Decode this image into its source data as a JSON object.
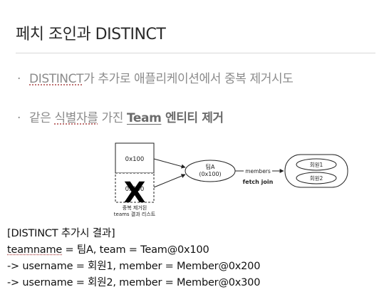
{
  "slide": {
    "title": "페치 조인과 DISTINCT",
    "bullets": [
      {
        "dot": "·",
        "hl": "DISTINCT",
        "rest": "가 추가로 애플리케이션에서 중복 제거시도"
      },
      {
        "dot": "·",
        "pre": "같은 ",
        "hl": "식별자를",
        "mid": " 가진 ",
        "bold_ul": "Team",
        "bold": " 엔티티 제거"
      }
    ]
  },
  "diagram": {
    "box_top": "0x100",
    "box_bottom": "0x100",
    "x_mark": "X",
    "caption_line1": "중복 제거된",
    "caption_line2": "teams 결과 리스트",
    "team_label1": "팀A",
    "team_label2": "(0x100)",
    "members_label": "members",
    "fetch_label": "fetch join",
    "member1": "회원1",
    "member2": "회원2"
  },
  "result": {
    "heading": "[DISTINCT 추가시 결과]",
    "line1_a": "teamname",
    "line1_b": " = 팀A, team = Team@0x100",
    "line2": "-> username = 회원1, member = Member@0x200",
    "line3": "-> username = 회원2, member = Member@0x300"
  },
  "colors": {
    "title": "#2a2a2a",
    "bullet": "#8b8b8b",
    "underline": "#b55b5b"
  }
}
